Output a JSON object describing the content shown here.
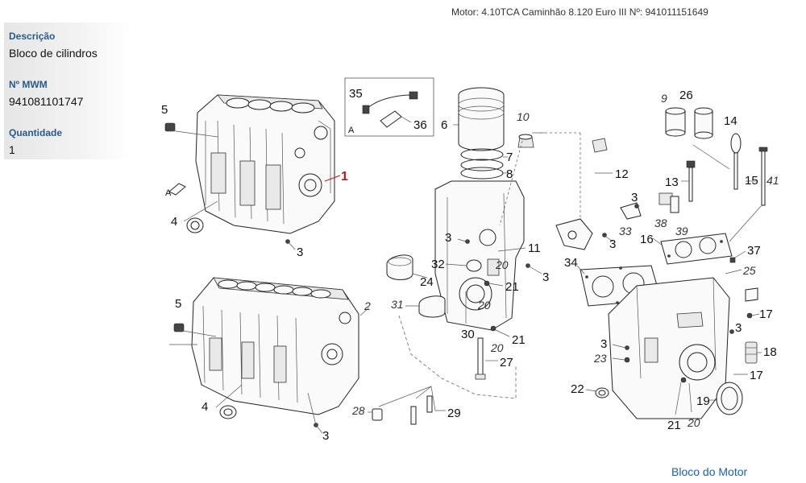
{
  "header": {
    "engine_line": "Motor: 4.10TCA Caminhão 8.120 Euro III   Nº: 941011151649"
  },
  "info_panel": {
    "description_label": "Descrição",
    "description_value": "Bloco de cilindros",
    "mwm_label": "Nº MWM",
    "mwm_value": "941081101747",
    "quantity_label": "Quantidade",
    "quantity_value": "1"
  },
  "footer": {
    "link_label": "Bloco do Motor"
  },
  "diagram": {
    "highlight_color": "#c8141c",
    "callouts": {
      "c1": "1",
      "c2": "2",
      "c3a": "3",
      "c3b": "3",
      "c3c": "3",
      "c3d": "3",
      "c3e": "3",
      "c3f": "3",
      "c3g": "3",
      "c3h": "3",
      "c4a": "4",
      "c4b": "4",
      "c5a": "5",
      "c5b": "5",
      "c6": "6",
      "c7": "7",
      "c8": "8",
      "c9": "9",
      "c10": "10",
      "c11": "11",
      "c12": "12",
      "c13": "13",
      "c14": "14",
      "c15": "15",
      "c16": "16",
      "c17a": "17",
      "c17b": "17",
      "c18": "18",
      "c19": "19",
      "c20a": "20",
      "c20b": "20",
      "c20c": "20",
      "c20d": "20",
      "c21a": "21",
      "c21b": "21",
      "c21c": "21",
      "c22": "22",
      "c23": "23",
      "c24": "24",
      "c25": "25",
      "c26": "26",
      "c27": "27",
      "c28": "28",
      "c29": "29",
      "c30": "30",
      "c31": "31",
      "c32": "32",
      "c33": "33",
      "c34": "34",
      "c35": "35",
      "c36": "36",
      "c37": "37",
      "c38": "38",
      "c39": "39",
      "c41": "41",
      "ca1": "A",
      "ca2": "A"
    }
  }
}
